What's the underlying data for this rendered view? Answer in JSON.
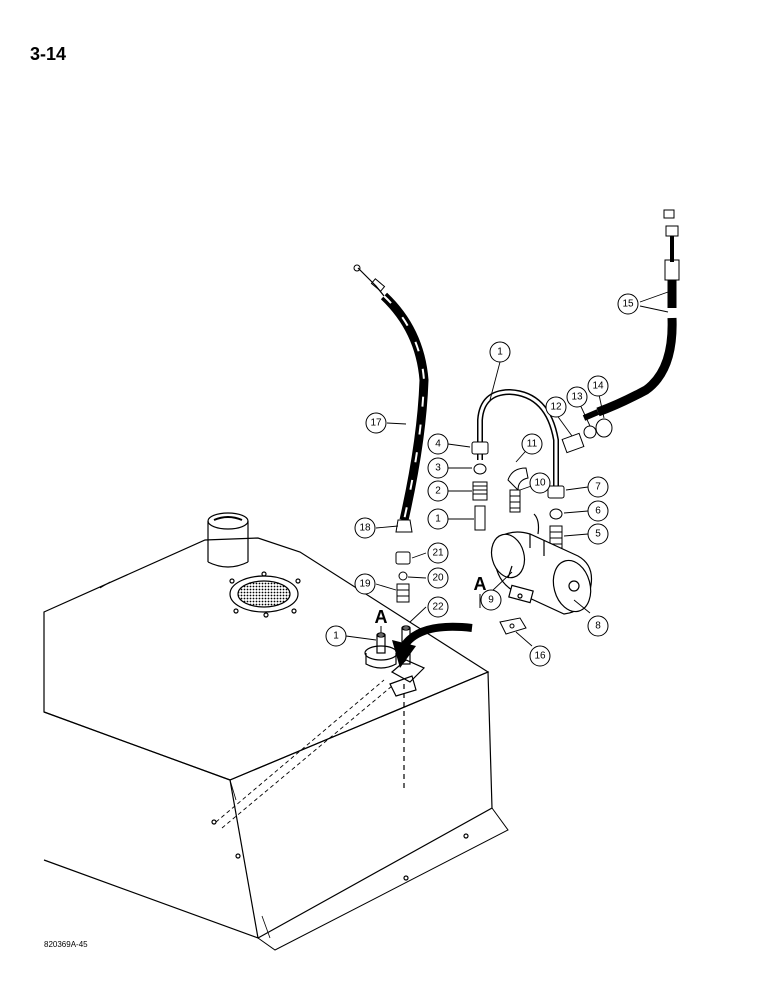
{
  "page": {
    "page_number": "3-14",
    "figure_code": "820369A-45"
  },
  "view_marker": "A",
  "callouts": [
    {
      "id": "c1a",
      "label": "1"
    },
    {
      "id": "c1b",
      "label": "1"
    },
    {
      "id": "c1c",
      "label": "1"
    },
    {
      "id": "c2",
      "label": "2"
    },
    {
      "id": "c3",
      "label": "3"
    },
    {
      "id": "c4",
      "label": "4"
    },
    {
      "id": "c5",
      "label": "5"
    },
    {
      "id": "c6",
      "label": "6"
    },
    {
      "id": "c7",
      "label": "7"
    },
    {
      "id": "c8",
      "label": "8"
    },
    {
      "id": "c9",
      "label": "9"
    },
    {
      "id": "c10",
      "label": "10"
    },
    {
      "id": "c11",
      "label": "11"
    },
    {
      "id": "c12",
      "label": "12"
    },
    {
      "id": "c13",
      "label": "13"
    },
    {
      "id": "c14",
      "label": "14"
    },
    {
      "id": "c15",
      "label": "15"
    },
    {
      "id": "c16",
      "label": "16"
    },
    {
      "id": "c17",
      "label": "17"
    },
    {
      "id": "c18",
      "label": "18"
    },
    {
      "id": "c19",
      "label": "19"
    },
    {
      "id": "c20",
      "label": "20"
    },
    {
      "id": "c21",
      "label": "21"
    },
    {
      "id": "c22",
      "label": "22"
    }
  ]
}
